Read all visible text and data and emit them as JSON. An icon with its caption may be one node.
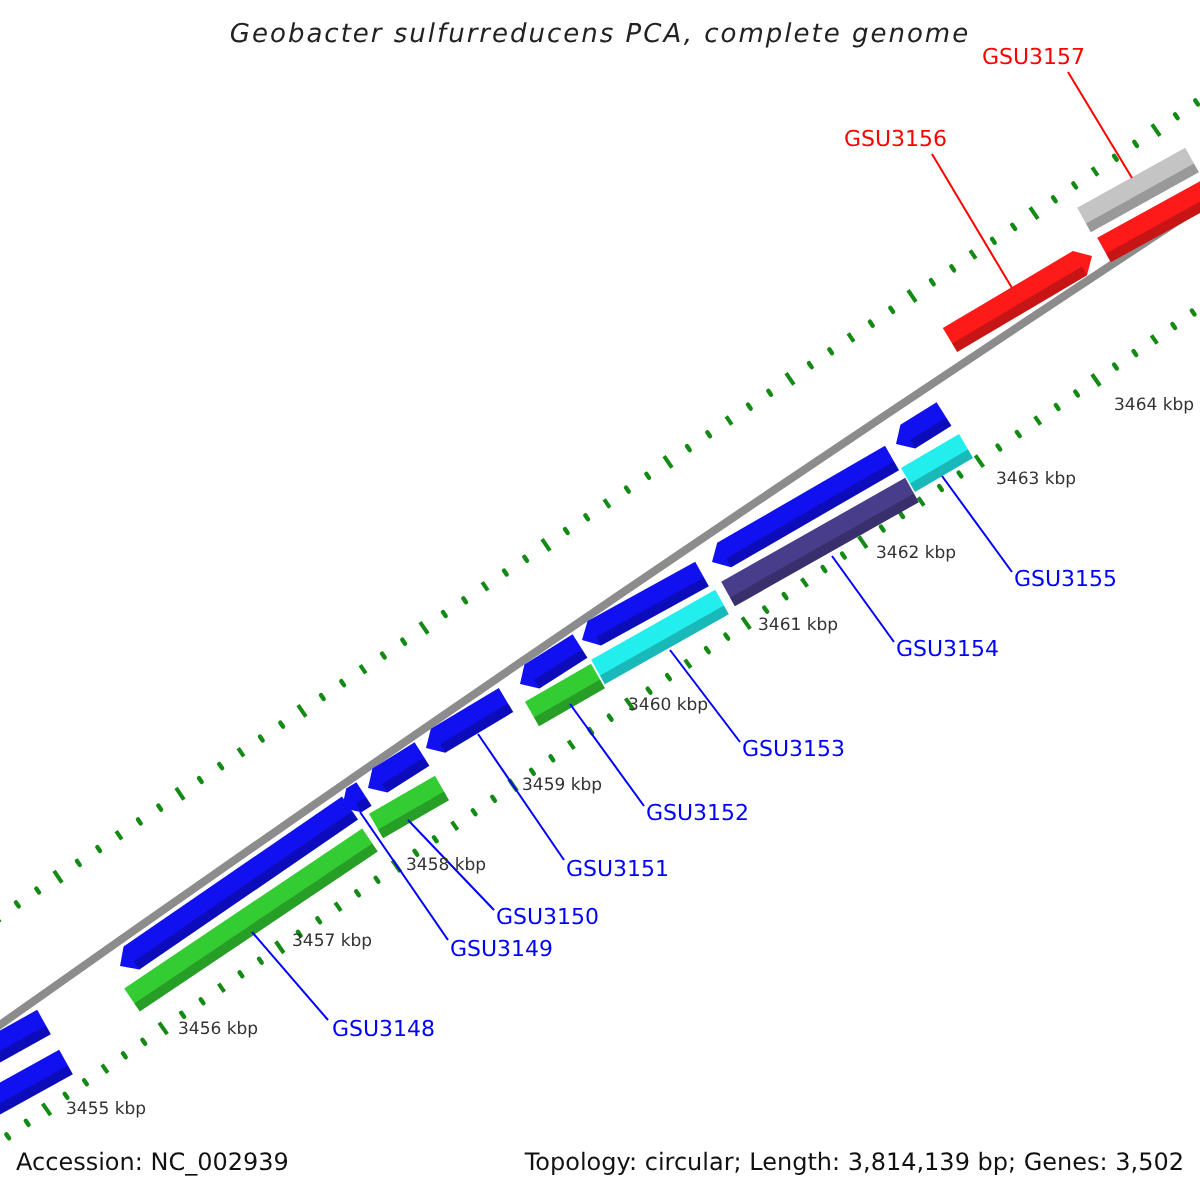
{
  "diagram": {
    "title": "Geobacter sulfurreducens PCA, complete genome",
    "nodes": [
      {
        "text": [
          "GSU3148"
        ]
      },
      {
        "text": [
          "GSU3149"
        ]
      },
      {
        "text": [
          "GSU3150"
        ]
      },
      {
        "text": [
          "GSU3151"
        ]
      },
      {
        "text": [
          "GSU3152"
        ]
      },
      {
        "text": [
          "GSU3153"
        ]
      },
      {
        "text": [
          "GSU3154"
        ]
      },
      {
        "text": [
          "GSU3155"
        ]
      },
      {
        "text": [
          "GSU3156"
        ]
      },
      {
        "text": [
          "GSU3157"
        ]
      },
      {
        "text": [],
        "shape": "bar"
      },
      {
        "text": [],
        "shape": "bar"
      },
      {
        "text": [],
        "shape": "pentagon"
      },
      {
        "text": [],
        "shape": "bar"
      },
      {
        "text": [],
        "shape": "pentagon"
      },
      {
        "text": [],
        "shape": "pentagon"
      },
      {
        "text": [],
        "shape": "bar"
      },
      {
        "text": [],
        "shape": "pentagon"
      },
      {
        "text": [],
        "shape": "pentagon"
      },
      {
        "text": [],
        "shape": "bar"
      },
      {
        "text": [],
        "shape": "pentagon"
      },
      {
        "text": [],
        "shape": "bar"
      },
      {
        "text": [],
        "shape": "pentagon"
      },
      {
        "text": [],
        "shape": "bar"
      },
      {
        "text": [],
        "shape": "pentagon"
      },
      {
        "text": [],
        "shape": "bar"
      },
      {
        "text": [],
        "shape": "pentagon"
      },
      {
        "text": [],
        "shape": "bar"
      },
      {
        "text": [],
        "shape": "pentagon"
      }
    ],
    "edges": [
      {
        "from": 0,
        "to": 13,
        "arrow": "none"
      },
      {
        "from": 1,
        "to": 14,
        "arrow": "none"
      },
      {
        "from": 2,
        "to": 16,
        "arrow": "none"
      },
      {
        "from": 3,
        "to": 17,
        "arrow": "none"
      },
      {
        "from": 4,
        "to": 19,
        "arrow": "none"
      },
      {
        "from": 5,
        "to": 21,
        "arrow": "none"
      },
      {
        "from": 6,
        "to": 23,
        "arrow": "none"
      },
      {
        "from": 7,
        "to": 25,
        "arrow": "none"
      },
      {
        "from": 8,
        "to": 26,
        "arrow": "none",
        "color": "#ff0000"
      },
      {
        "from": 9,
        "to": 27,
        "arrow": "none",
        "color": "#ff0000"
      }
    ],
    "labels": [
      "3455 kbp",
      "3456 kbp",
      "3457 kbp",
      "3458 kbp",
      "3459 kbp",
      "3460 kbp",
      "3461 kbp",
      "3462 kbp",
      "3463 kbp",
      "3464 kbp",
      "Accession: NC_002939",
      "Topology: circular; Length: 3,814,139 bp; Genes: 3,502"
    ]
  }
}
